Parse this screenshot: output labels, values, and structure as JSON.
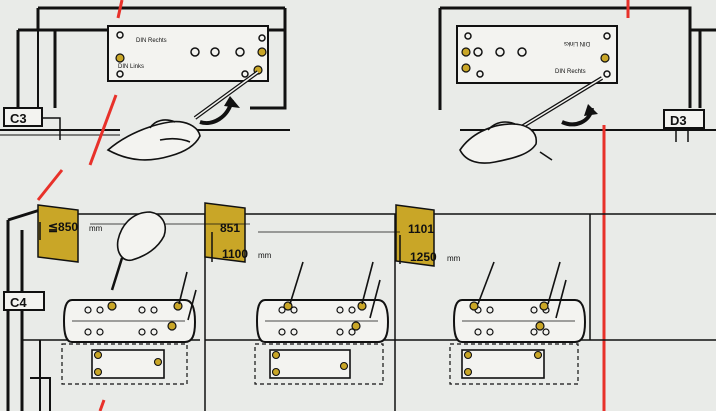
{
  "step_labels": {
    "c3": "C3",
    "d3": "D3",
    "c4": "C4"
  },
  "plate_labels": {
    "din_rechts": "DIN Rechts",
    "din_links": "DIN Links"
  },
  "door_widths": [
    {
      "line1": "≦850",
      "unit": "mm",
      "line2": ""
    },
    {
      "line1": "851",
      "line2": "1100",
      "unit": "mm"
    },
    {
      "line1": "1101",
      "line2": "1250",
      "unit": "mm"
    }
  ],
  "colors": {
    "background": "#e9ebe8",
    "ink": "#111111",
    "accent_red": "#e8312a",
    "brass": "#c9a627",
    "paper": "#f3f3f0"
  },
  "icons": [
    "screwdriver-icon",
    "rotate-arrow-icon",
    "screw-icon",
    "hand-icon"
  ]
}
